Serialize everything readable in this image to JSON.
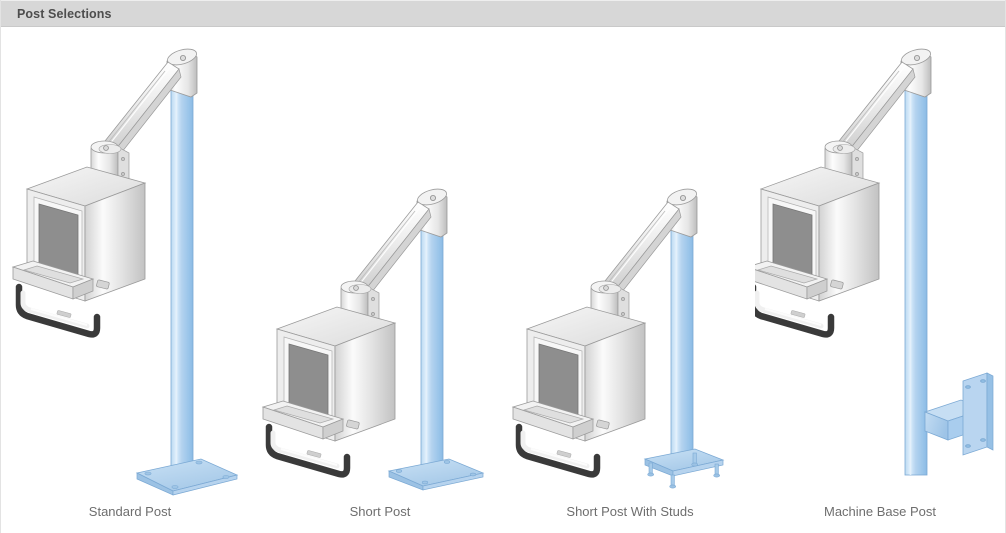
{
  "panel": {
    "title": "Post Selections",
    "header_bg": "#d7d7d7",
    "header_text_color": "#4d4d4d",
    "body_bg": "#ffffff"
  },
  "colors": {
    "post_blue_light": "#cfe4f7",
    "post_blue_mid": "#a9cdee",
    "post_blue_dark": "#86b7e2",
    "post_outline": "#6f9fcb",
    "metal_light": "#fdfdfd",
    "metal_mid": "#e6e6e6",
    "metal_dark": "#c6c6c6",
    "metal_outline": "#9a9a9a",
    "screen_gray": "#8e8e8e",
    "screen_outline": "#7a7a7a",
    "rubber_black": "#3a3a3a",
    "label_text": "#6e6e6e"
  },
  "items": [
    {
      "id": "standard-post",
      "label": "Standard Post",
      "post_type": "standard",
      "post_height_class": "tall",
      "base": "flat-plate",
      "has_monitor": true,
      "has_keyboard_tray": true,
      "has_articulating_arm": true
    },
    {
      "id": "short-post",
      "label": "Short Post",
      "post_type": "short",
      "post_height_class": "short",
      "base": "flat-plate",
      "has_monitor": true,
      "has_keyboard_tray": true,
      "has_articulating_arm": true
    },
    {
      "id": "short-post-with-studs",
      "label": "Short Post With Studs",
      "post_type": "short-studs",
      "post_height_class": "short",
      "base": "plate-with-studs",
      "has_monitor": true,
      "has_keyboard_tray": true,
      "has_articulating_arm": true
    },
    {
      "id": "machine-base-post",
      "label": "Machine Base Post",
      "post_type": "machine-base",
      "post_height_class": "tall",
      "base": "side-mount-bracket",
      "has_monitor": true,
      "has_keyboard_tray": true,
      "has_articulating_arm": true
    }
  ]
}
